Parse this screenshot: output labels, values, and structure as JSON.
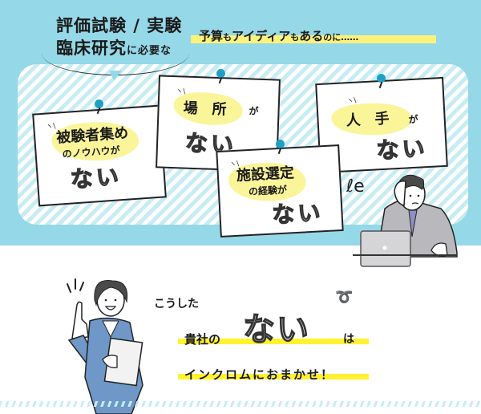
{
  "header": {
    "question_line1": "評価試験 / 実験",
    "question_line2_main": "臨床研究",
    "question_line2_small": "に必要な",
    "budget_text_parts": [
      "予算",
      "も",
      "アイディア",
      "も",
      "ある",
      "のに……"
    ]
  },
  "cards": [
    {
      "title": "被験者集め",
      "subtitle": "のノウハウが",
      "nai": "ない"
    },
    {
      "title": "場　所",
      "subtitle": "が",
      "nai": "ない"
    },
    {
      "title": "人　手",
      "subtitle": "が",
      "nai": "ない"
    },
    {
      "title": "施設選定",
      "subtitle": "の経験が",
      "nai": "ない"
    }
  ],
  "footer": {
    "line1": "こうした",
    "line2_prefix": "貴社の",
    "line2_nai": "ない",
    "line2_suffix": "は",
    "line3": "インクロムにおまかせ！"
  },
  "colors": {
    "sky_band": "#95d8e8",
    "stripe_light": "#c7ecf4",
    "pin": "#1ea0c4",
    "highlight_yellow": "#fff22e",
    "blob_yellow": "#fbf59a",
    "suit_blue": "#6f98c9",
    "suit_gray": "#b9b9bd"
  },
  "illustrations": {
    "worried_man": "worried-businessman-with-laptop",
    "woman": "businesswoman-pointing-up-holding-folder"
  }
}
